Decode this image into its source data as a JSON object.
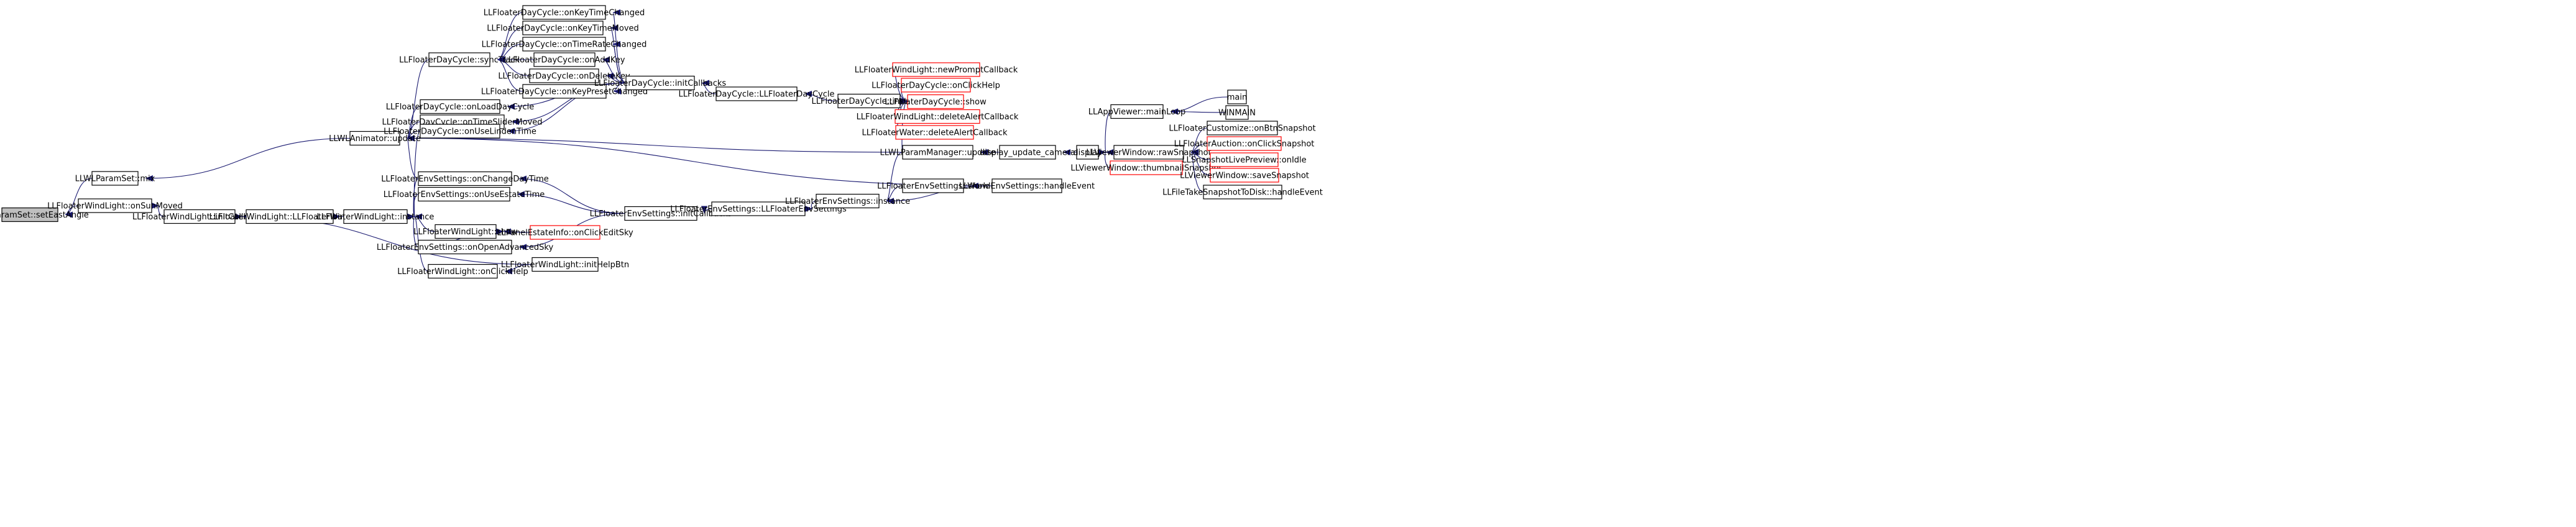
{
  "graph": {
    "title": "",
    "colors": {
      "edge": "#191970",
      "node_border": "#000000",
      "node_border_truncated": "#ff0000",
      "root_fill": "#bfbfbf",
      "node_fill": "#ffffff"
    },
    "nodes": [
      {
        "id": "n0",
        "label": "LLWLParamSet::setEastAngle",
        "style": "root"
      },
      {
        "id": "n1",
        "label": "LLWLParamSet::mix"
      },
      {
        "id": "n2",
        "label": "LLFloaterWindLight::onSunMoved"
      },
      {
        "id": "n3",
        "label": "LLWLAnimator::update"
      },
      {
        "id": "n4",
        "label": "LLFloaterWindLight::initCallbacks"
      },
      {
        "id": "n5",
        "label": "LLFloaterWindLight::LLFloaterWindLight"
      },
      {
        "id": "n6",
        "label": "LLFloaterWindLight::instance"
      },
      {
        "id": "n7",
        "label": "LLFloaterDayCycle::syncTrack"
      },
      {
        "id": "n8",
        "label": "LLFloaterDayCycle::onLoadDayCycle"
      },
      {
        "id": "n9",
        "label": "LLFloaterDayCycle::onTimeSliderMoved"
      },
      {
        "id": "n10",
        "label": "LLFloaterDayCycle::onUseLindenTime"
      },
      {
        "id": "n11",
        "label": "LLFloaterEnvSettings::onChangeDayTime"
      },
      {
        "id": "n12",
        "label": "LLFloaterEnvSettings::onUseEstateTime"
      },
      {
        "id": "n13",
        "label": "LLFloaterWindLight::show"
      },
      {
        "id": "n14",
        "label": "LLFloaterEnvSettings::onOpenAdvancedSky"
      },
      {
        "id": "n15",
        "label": "LLFloaterWindLight::onClickHelp"
      },
      {
        "id": "n16",
        "label": "LLFloaterWindLight::initHelpBtn"
      },
      {
        "id": "n17",
        "label": "LLFloaterDayCycle::onKeyTimeChanged"
      },
      {
        "id": "n18",
        "label": "LLFloaterDayCycle::onKeyTimeMoved"
      },
      {
        "id": "n19",
        "label": "LLFloaterDayCycle::onTimeRateChanged"
      },
      {
        "id": "n20",
        "label": "LLFloaterDayCycle::onAddKey"
      },
      {
        "id": "n21",
        "label": "LLFloaterDayCycle::onDeleteKey"
      },
      {
        "id": "n22",
        "label": "LLFloaterDayCycle::onKeyPresetChanged"
      },
      {
        "id": "n23",
        "label": "LLFloaterDayCycle::initCallbacks"
      },
      {
        "id": "n24",
        "label": "LLPanelEstateInfo::onClickEditSky",
        "style": "red"
      },
      {
        "id": "n25",
        "label": "LLFloaterEnvSettings::initCallbacks"
      },
      {
        "id": "n26",
        "label": "LLFloaterDayCycle::LLFloaterDayCycle"
      },
      {
        "id": "n27",
        "label": "LLFloaterEnvSettings::LLFloaterEnvSettings"
      },
      {
        "id": "n28",
        "label": "LLFloaterDayCycle::instance"
      },
      {
        "id": "n29",
        "label": "LLFloaterEnvSettings::instance"
      },
      {
        "id": "n30",
        "label": "LLFloaterWindLight::newPromptCallback",
        "style": "red"
      },
      {
        "id": "n31",
        "label": "LLFloaterDayCycle::onClickHelp",
        "style": "red"
      },
      {
        "id": "n32",
        "label": "LLFloaterDayCycle::show",
        "style": "red"
      },
      {
        "id": "n33",
        "label": "LLFloaterWindLight::deleteAlertCallback",
        "style": "red"
      },
      {
        "id": "n34",
        "label": "LLFloaterWater::deleteAlertCallback",
        "style": "red"
      },
      {
        "id": "n35",
        "label": "LLWLParamManager::update"
      },
      {
        "id": "n36",
        "label": "LLFloaterEnvSettings::show"
      },
      {
        "id": "n37",
        "label": "LLWorldEnvSettings::handleEvent"
      },
      {
        "id": "n38",
        "label": "display_update_camera"
      },
      {
        "id": "n39",
        "label": "display"
      },
      {
        "id": "n40",
        "label": "LLAppViewer::mainLoop"
      },
      {
        "id": "n41",
        "label": "LLViewerWindow::rawSnapshot"
      },
      {
        "id": "n42",
        "label": "LLViewerWindow::thumbnailSnapshot",
        "style": "red"
      },
      {
        "id": "n43",
        "label": "main"
      },
      {
        "id": "n44",
        "label": "WINMAIN"
      },
      {
        "id": "n45",
        "label": "LLFloaterCustomize::onBtnSnapshot"
      },
      {
        "id": "n46",
        "label": "LLFloaterAuction::onClickSnapshot",
        "style": "red"
      },
      {
        "id": "n47",
        "label": "LLSnapshotLivePreview::onIdle",
        "style": "red"
      },
      {
        "id": "n48",
        "label": "LLViewerWindow::saveSnapshot",
        "style": "red"
      },
      {
        "id": "n49",
        "label": "LLFileTakeSnapshotToDisk::handleEvent"
      }
    ]
  }
}
